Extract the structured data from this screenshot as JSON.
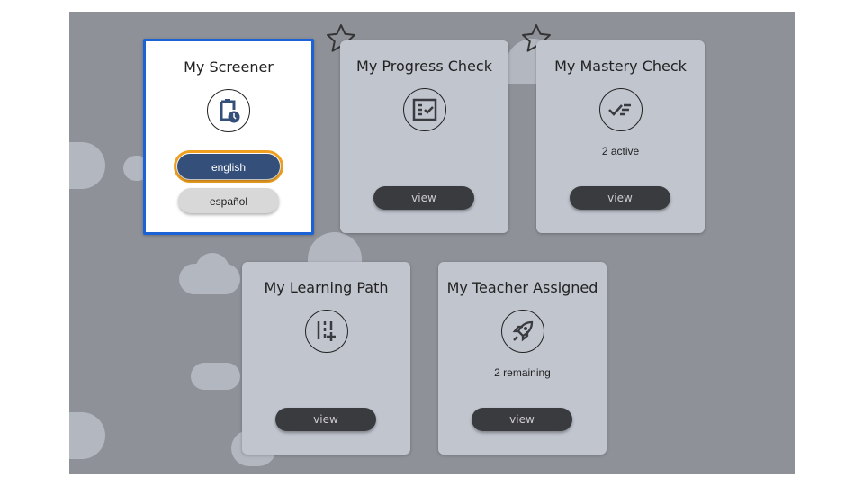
{
  "cards": [
    {
      "title": "My Screener",
      "icon": "clipboard-clock-icon",
      "buttons": [
        "english",
        "español"
      ]
    },
    {
      "title": "My Progress Check",
      "icon": "checklist-icon",
      "button": "view"
    },
    {
      "title": "My Mastery Check",
      "icon": "check-list-icon",
      "status": "2 active",
      "button": "view"
    },
    {
      "title": "My Learning Path",
      "icon": "path-add-icon",
      "button": "view"
    },
    {
      "title": "My Teacher Assigned",
      "icon": "rocket-icon",
      "status": "2 remaining",
      "button": "view"
    }
  ],
  "colors": {
    "selected_border": "#1a62d6",
    "focus_ring": "#f0a020",
    "english_button": "#34507a",
    "view_button": "#3a3b3f"
  }
}
